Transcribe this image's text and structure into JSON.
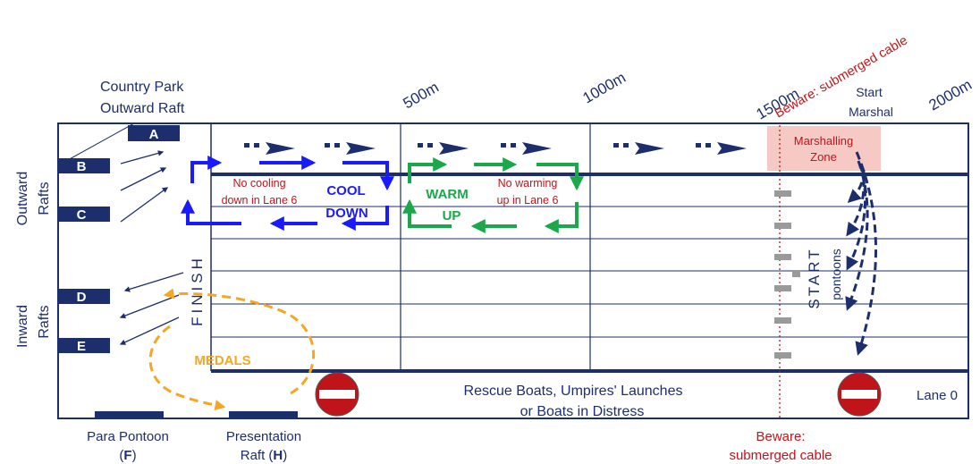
{
  "distances": {
    "d500": "500m",
    "d1000": "1000m",
    "d1500": "1500m",
    "d2000": "2000m"
  },
  "top": {
    "country_park_line1": "Country Park",
    "country_park_line2": "Outward Raft",
    "beware_top": "Beware: submerged cable",
    "start_marshal_line1": "Start",
    "start_marshal_line2": "Marshal"
  },
  "rafts": {
    "outward_label_1": "Outward",
    "outward_label_2": "Rafts",
    "inward_label_1": "Inward",
    "inward_label_2": "Rafts",
    "a": "A",
    "b": "B",
    "c": "C",
    "d": "D",
    "e": "E"
  },
  "zones": {
    "marshalling_1": "Marshalling",
    "marshalling_2": "Zone",
    "no_cooling_1": "No cooling",
    "no_cooling_2": "down in Lane 6",
    "cool_1": "COOL",
    "cool_2": "DOWN",
    "warm_1": "WARM",
    "warm_2": "UP",
    "no_warming_1": "No warming",
    "no_warming_2": "up in Lane 6",
    "finish": "FINISH",
    "medals": "MEDALS",
    "start": "START",
    "pontoons": "pontoons"
  },
  "bottom": {
    "rescue_1": "Rescue Boats, Umpires' Launches",
    "rescue_2": "or Boats in Distress",
    "lane0": "Lane 0",
    "para_1": "Para Pontoon",
    "para_2_open": "(",
    "para_2_bold": "F",
    "para_2_close": ")",
    "pres_1": "Presentation",
    "pres_2_pre": "Raft (",
    "pres_2_bold": "H",
    "pres_2_close": ")",
    "beware_1": "Beware:",
    "beware_2": "submerged cable"
  },
  "colors": {
    "navy": "#1c2e6b",
    "blue": "#1a1aff",
    "green": "#1aa84a",
    "orange": "#f5a623",
    "red": "#c0141a",
    "pink": "#f6c9c4"
  }
}
